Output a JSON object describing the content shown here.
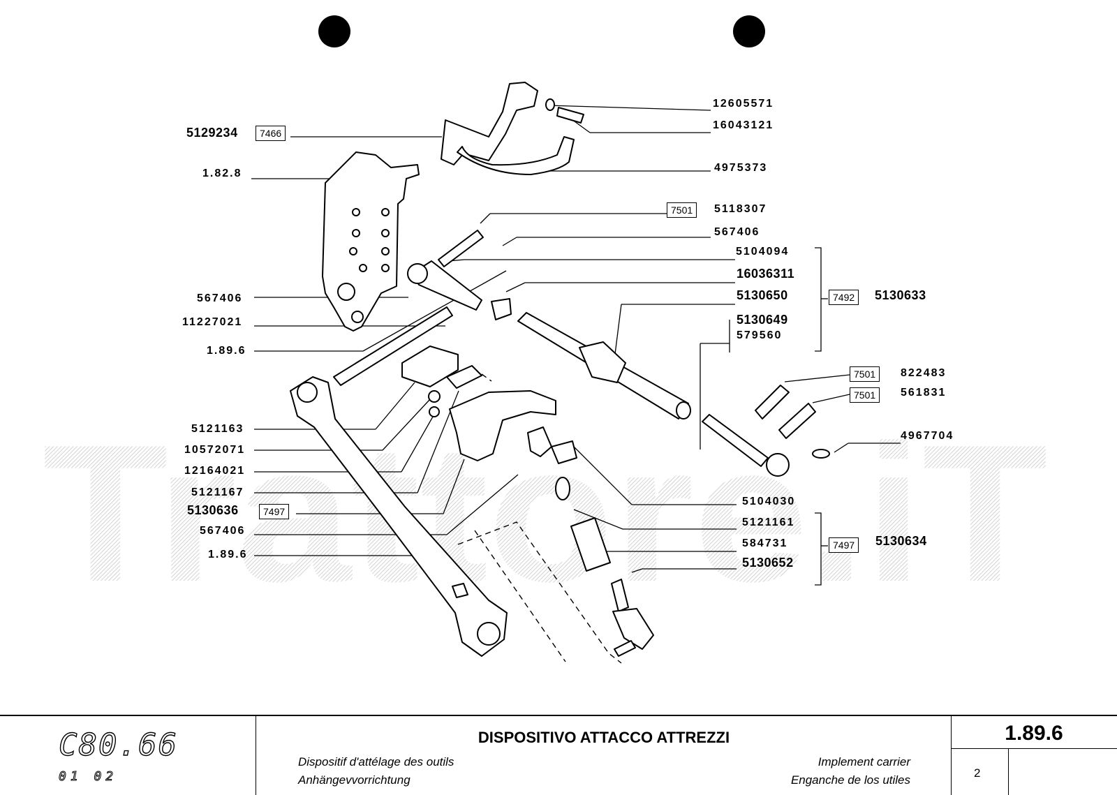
{
  "watermark": "Trattore.iT",
  "callouts": [
    {
      "id": "c1",
      "text": "12605571"
    },
    {
      "id": "c2",
      "text": "16043121"
    },
    {
      "id": "c3",
      "text": "5129234"
    },
    {
      "id": "c4",
      "text": "1.82.8"
    },
    {
      "id": "c5",
      "text": "4975373"
    },
    {
      "id": "c6",
      "text": "5118307"
    },
    {
      "id": "c7",
      "text": "567406"
    },
    {
      "id": "c8",
      "text": "5104094"
    },
    {
      "id": "c9",
      "text": "16036311"
    },
    {
      "id": "c10",
      "text": "5130650"
    },
    {
      "id": "c11",
      "text": "567406"
    },
    {
      "id": "c12",
      "text": "11227021"
    },
    {
      "id": "c13",
      "text": "1.89.6"
    },
    {
      "id": "c14",
      "text": "5130633"
    },
    {
      "id": "c15",
      "text": "5130649"
    },
    {
      "id": "c16",
      "text": "579560"
    },
    {
      "id": "c17",
      "text": "822483"
    },
    {
      "id": "c18",
      "text": "561831"
    },
    {
      "id": "c19",
      "text": "4967704"
    },
    {
      "id": "c20",
      "text": "5121163"
    },
    {
      "id": "c21",
      "text": "10572071"
    },
    {
      "id": "c22",
      "text": "12164021"
    },
    {
      "id": "c23",
      "text": "5121167"
    },
    {
      "id": "c24",
      "text": "5130636"
    },
    {
      "id": "c25",
      "text": "567406"
    },
    {
      "id": "c26",
      "text": "1.89.6"
    },
    {
      "id": "c27",
      "text": "5104030"
    },
    {
      "id": "c28",
      "text": "5121161"
    },
    {
      "id": "c29",
      "text": "584731"
    },
    {
      "id": "c30",
      "text": "5130652"
    },
    {
      "id": "c31",
      "text": "5130634"
    }
  ],
  "boxes": [
    {
      "id": "b1",
      "text": "7466"
    },
    {
      "id": "b2",
      "text": "7501"
    },
    {
      "id": "b3",
      "text": "7492"
    },
    {
      "id": "b4",
      "text": "7501"
    },
    {
      "id": "b5",
      "text": "7501"
    },
    {
      "id": "b6",
      "text": "7497"
    },
    {
      "id": "b7",
      "text": "7497"
    }
  ],
  "footer": {
    "model": "C80.66",
    "edition": "01 02",
    "title": "DISPOSITIVO ATTACCO ATTREZZI",
    "fr": "Dispositif d'attélage des outils",
    "de": "Anhängevvorrichtung",
    "en": "Implement carrier",
    "es": "Enganche de los utiles",
    "section": "1.89.6",
    "page": "2"
  }
}
